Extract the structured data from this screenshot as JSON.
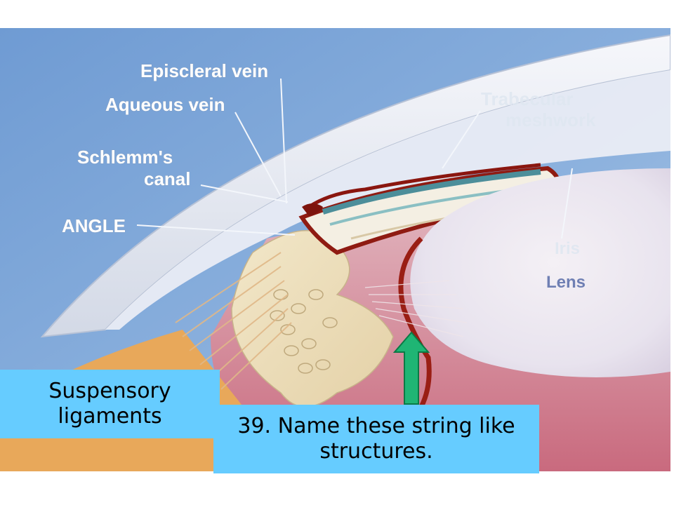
{
  "diagram": {
    "labels": {
      "episcleral_vein": "Episcleral vein",
      "aqueous_vein": "Aqueous vein",
      "schlemms_canal_1": "Schlemm's",
      "schlemms_canal_2": "canal",
      "angle": "ANGLE",
      "trabecular_1": "Trabecular",
      "trabecular_2": "meshwork",
      "iris": "Iris",
      "lens": "Lens"
    }
  },
  "answer_box": {
    "text": "Suspensory\nligaments"
  },
  "question_box": {
    "text": "39. Name these string like\nstructures."
  },
  "colors": {
    "background_blue": "#7fa6d6",
    "box_blue": "#66ccff",
    "arrow_green": "#1fb574",
    "vessel_red": "#9a1e14",
    "lens_pink": "#e7c6cc"
  }
}
